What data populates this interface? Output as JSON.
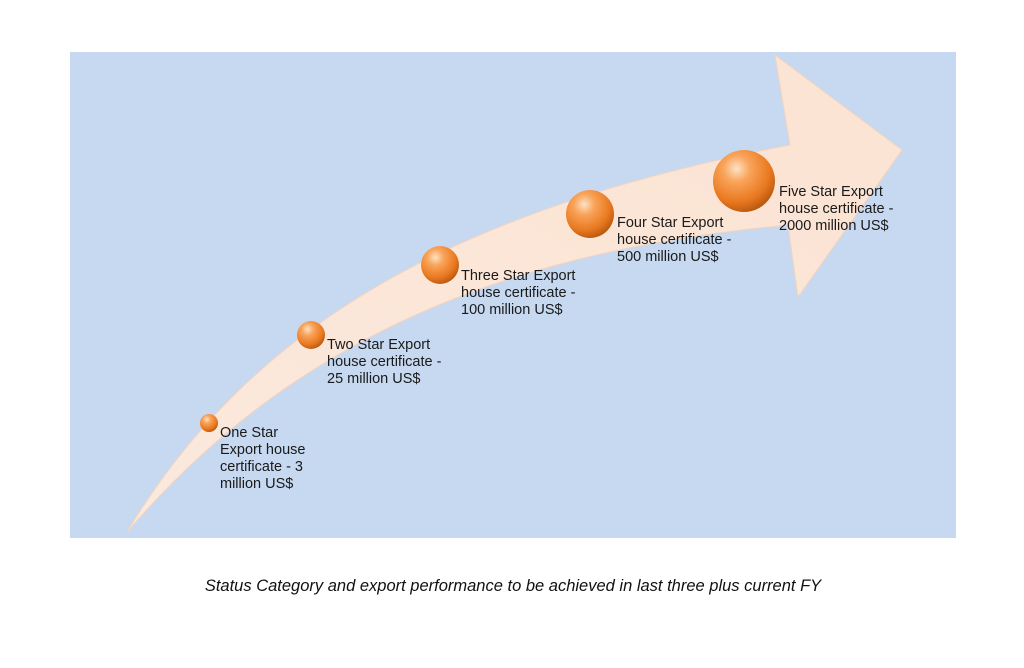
{
  "colors": {
    "panel_background": "#c6d9f0",
    "arrow_fill": "#fbe5d6",
    "circle_color": "#f79646",
    "text_color": "#1a1a1a"
  },
  "stages": [
    {
      "label": "One Star Export house certificate - 3 million US$"
    },
    {
      "label": "Two Star Export house certificate - 25 million US$"
    },
    {
      "label": "Three Star Export house certificate - 100 million US$"
    },
    {
      "label": "Four Star Export house certificate - 500 million US$"
    },
    {
      "label": "Five Star Export house certificate - 2000 million US$"
    }
  ],
  "caption": "Status Category and export performance to be achieved in last three plus current FY"
}
